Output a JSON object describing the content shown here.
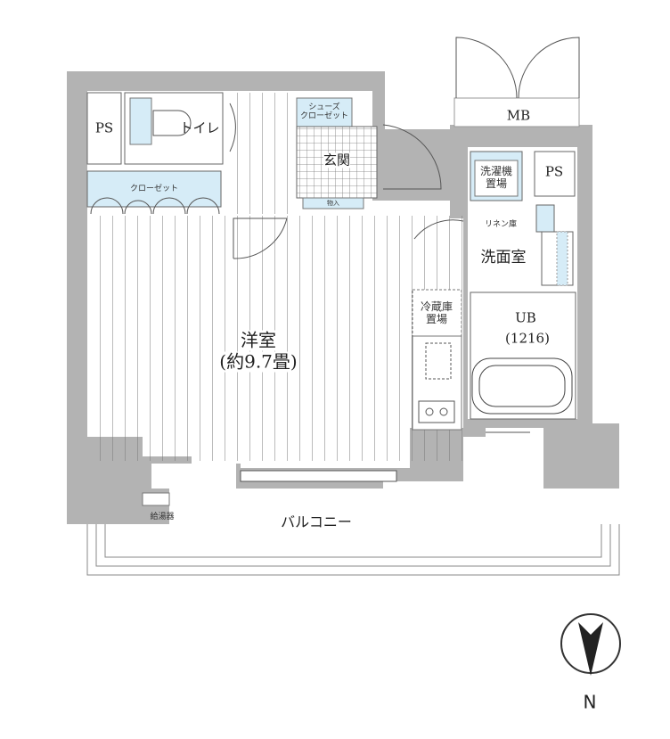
{
  "plan": {
    "rooms": {
      "ps_left": "PS",
      "toilet": "トイレ",
      "closet": "クローゼット",
      "shoes_closet": "シューズ\nクローゼット",
      "entrance": "玄関",
      "storage": "物入",
      "mb": "MB",
      "washer_space": "洗濯機置場",
      "ps_right": "PS",
      "linen": "リネン庫",
      "washroom": "洗面室",
      "ub": "UB",
      "ub_size": "(1216)",
      "fridge_space": "冷蔵庫置場",
      "western_room": "洋室",
      "western_room_size": "(約9.7畳)",
      "water_heater": "給湯器",
      "balcony": "バルコニー"
    },
    "compass": {
      "label": "N"
    },
    "colors": {
      "wall": "#b3b3b3",
      "fixture": "#d6ecf7",
      "line": "#555555"
    }
  }
}
